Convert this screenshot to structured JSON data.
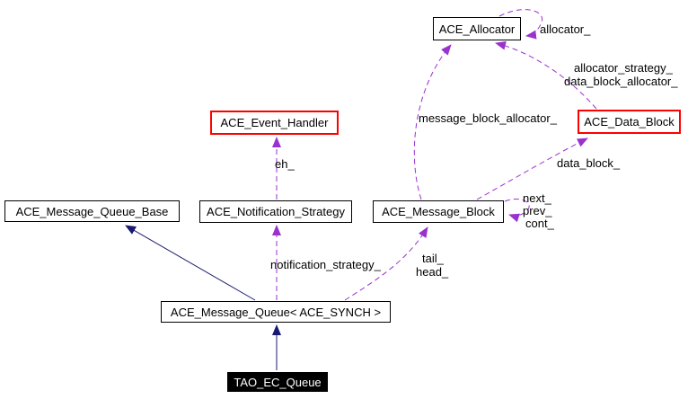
{
  "colors": {
    "inheritance": "#191970",
    "usage": "#9a32cd",
    "node_border": "#000000",
    "warning_border": "#ff0000",
    "focus_background": "#000000",
    "focus_text": "#ffffff",
    "background": "#ffffff"
  },
  "nodes": {
    "allocator": {
      "label": "ACE_Allocator"
    },
    "event_handler": {
      "label": "ACE_Event_Handler"
    },
    "data_block": {
      "label": "ACE_Data_Block"
    },
    "message_queue_base": {
      "label": "ACE_Message_Queue_Base"
    },
    "notification_strategy": {
      "label": "ACE_Notification_Strategy"
    },
    "message_block": {
      "label": "ACE_Message_Block"
    },
    "message_queue": {
      "label": "ACE_Message_Queue< ACE_SYNCH >"
    },
    "tao_ec_queue": {
      "label": "TAO_EC_Queue"
    }
  },
  "edge_labels": {
    "allocator": "allocator_",
    "allocator_strategy": "allocator_strategy_",
    "data_block_allocator": "data_block_allocator_",
    "message_block_allocator": "message_block_allocator_",
    "data_block": "data_block_",
    "eh": "eh_",
    "next": "next_",
    "prev": "prev_",
    "cont": "cont_",
    "notification_strategy": "notification_strategy_",
    "tail": "tail_",
    "head": "head_"
  }
}
